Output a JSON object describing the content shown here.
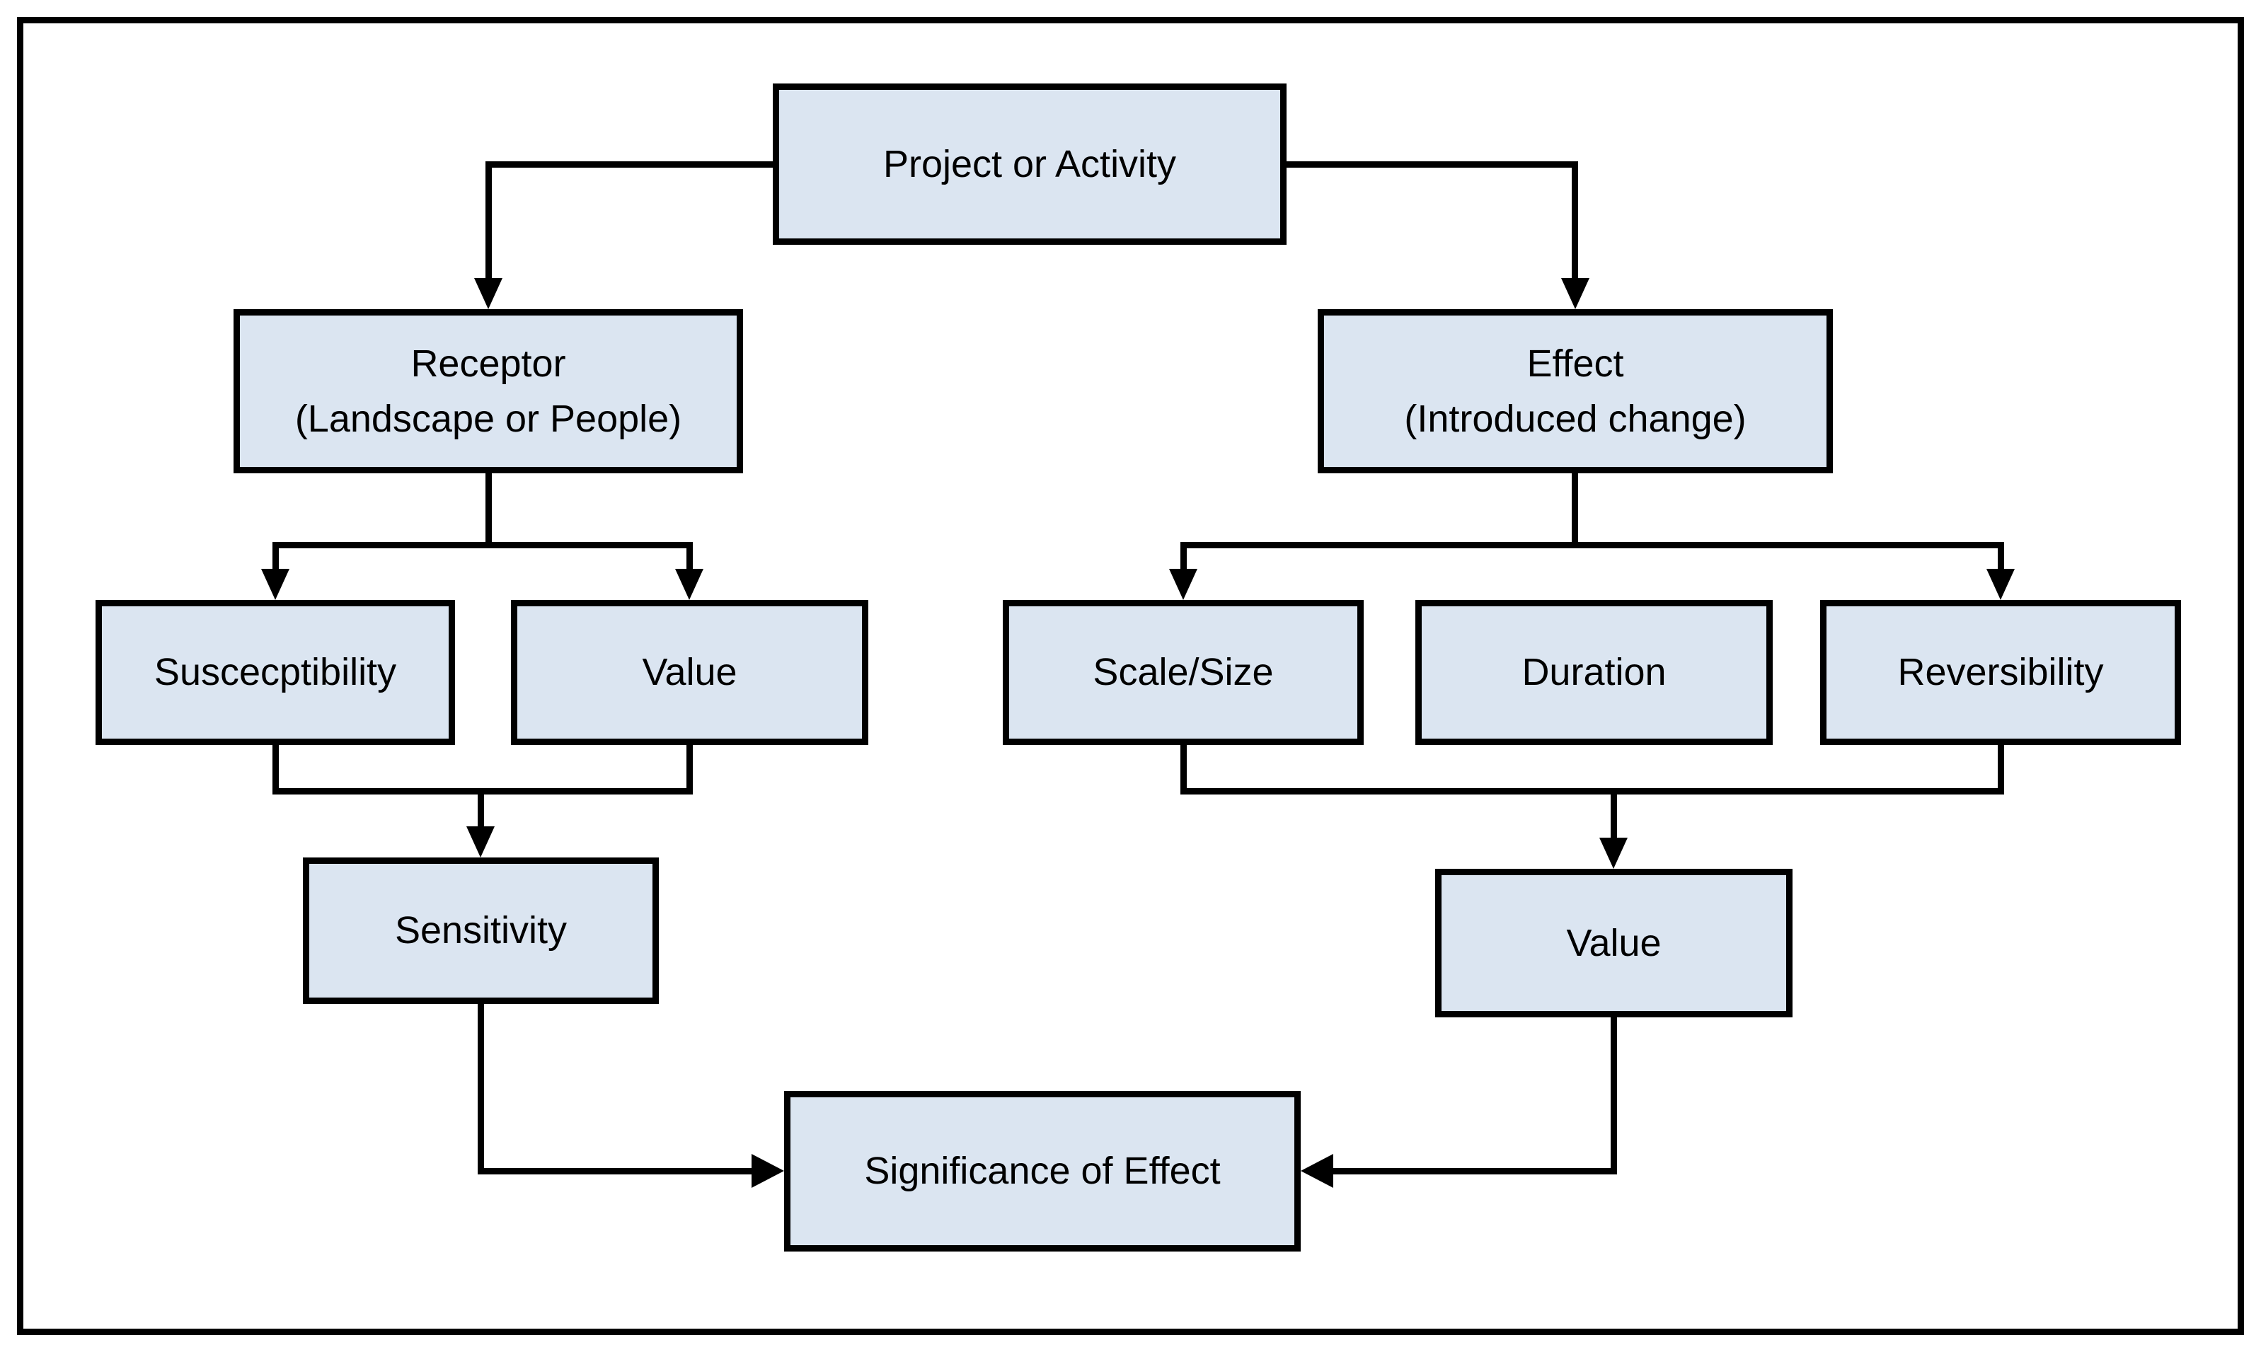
{
  "diagram": {
    "colors": {
      "node_fill": "#dbe5f1",
      "node_border": "#000000",
      "connector": "#000000",
      "background": "#ffffff",
      "text": "#000000"
    },
    "nodes": {
      "project": {
        "label": "Project or Activity"
      },
      "receptor": {
        "line1": "Receptor",
        "line2": "(Landscape or People)"
      },
      "effect": {
        "line1": "Effect",
        "line2": "(Introduced change)"
      },
      "susceptibility": {
        "label": "Suscecptibility"
      },
      "value_left": {
        "label": "Value"
      },
      "scale_size": {
        "label": "Scale/Size"
      },
      "duration": {
        "label": "Duration"
      },
      "reversibility": {
        "label": "Reversibility"
      },
      "sensitivity": {
        "label": "Sensitivity"
      },
      "value_right": {
        "label": "Value"
      },
      "significance": {
        "label": "Significance of Effect"
      }
    },
    "edges": [
      {
        "from": "project",
        "to": "receptor"
      },
      {
        "from": "project",
        "to": "effect"
      },
      {
        "from": "receptor",
        "to": "susceptibility"
      },
      {
        "from": "receptor",
        "to": "value_left"
      },
      {
        "from": "susceptibility",
        "to": "sensitivity"
      },
      {
        "from": "value_left",
        "to": "sensitivity"
      },
      {
        "from": "effect",
        "to": "scale_size"
      },
      {
        "from": "effect",
        "to": "reversibility"
      },
      {
        "from": "scale_size",
        "to": "value_right"
      },
      {
        "from": "reversibility",
        "to": "value_right"
      },
      {
        "from": "sensitivity",
        "to": "significance"
      },
      {
        "from": "value_right",
        "to": "significance"
      }
    ]
  }
}
